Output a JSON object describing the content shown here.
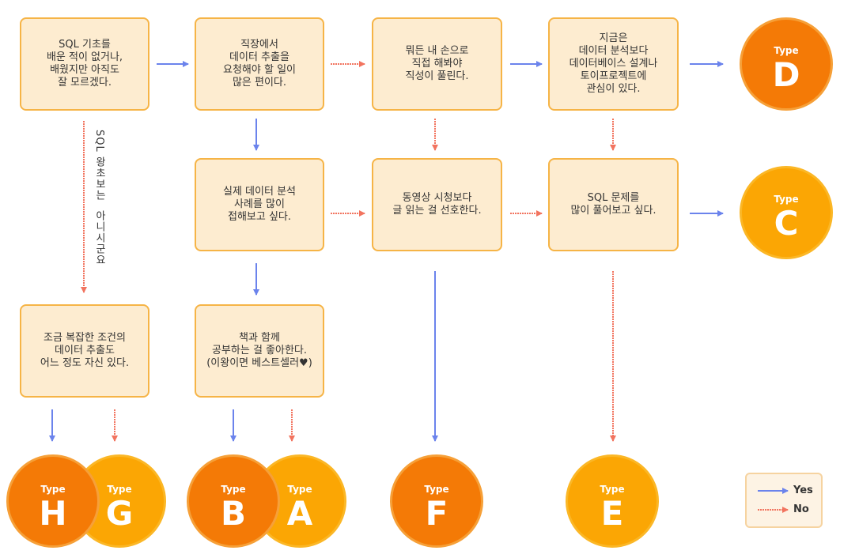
{
  "colors": {
    "box_fill": "#fdecd0",
    "box_border": "#f6b446",
    "yes_arrow": "#6b83ec",
    "no_arrow": "#f2745f",
    "type_dark": "#f47a06",
    "type_light": "#fba604"
  },
  "questions": {
    "q1": "SQL 기초를\n배운 적이 없거나,\n배웠지만 아직도\n잘 모르겠다.",
    "q2": "직장에서\n데이터 추출을\n요청해야 할 일이\n많은 편이다.",
    "q3": "뭐든 내 손으로\n직접 해봐야\n직성이 풀린다.",
    "q4": "지금은\n데이터 분석보다\n데이터베이스 설계나\n토이프로젝트에\n관심이 있다.",
    "q5": "실제 데이터 분석\n사례를 많이\n접해보고 싶다.",
    "q6": "동영상 시청보다\n글 읽는 걸 선호한다.",
    "q7": "SQL 문제를\n많이 풀어보고 싶다.",
    "q8": "조금 복잡한 조건의\n데이터 추출도\n어느 정도 자신 있다.",
    "q9": "책과 함께\n공부하는 걸 좋아한다.\n(이왕이면 베스트셀러♥)"
  },
  "side_note": {
    "part1": "SQL 왕초보는",
    "part2": "아니시군요"
  },
  "types": {
    "label": "Type",
    "D": "D",
    "C": "C",
    "H": "H",
    "G": "G",
    "B": "B",
    "A": "A",
    "F": "F",
    "E": "E"
  },
  "legend": {
    "yes": "Yes",
    "no": "No"
  }
}
